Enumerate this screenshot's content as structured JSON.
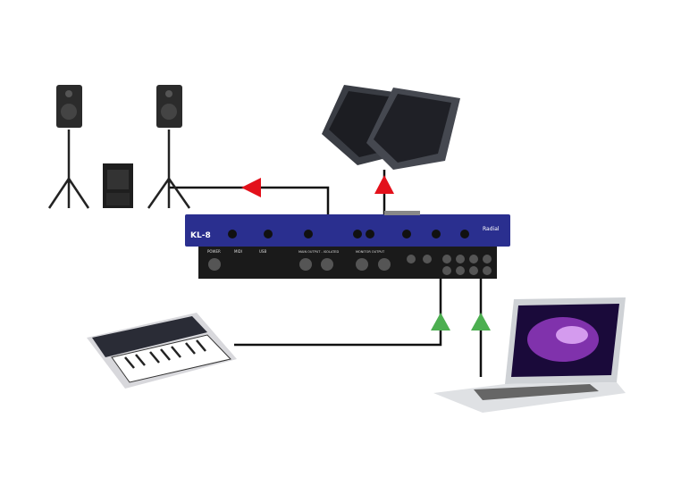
{
  "device": {
    "model": "KL-8",
    "brand": "Radial",
    "front_color": "#2a2f8f",
    "rear_labels": [
      "POWER",
      "MIDI",
      "USB",
      "MAIN OUTPUT - ISOLATED",
      "MONITOR OUTPUT"
    ]
  },
  "arrows": {
    "output_color": "#e3111b",
    "input_color": "#4caf50"
  },
  "components": [
    "pa-speaker-left",
    "subwoofer",
    "pa-speaker-right",
    "stage-monitors",
    "midi-keyboard",
    "laptop"
  ]
}
